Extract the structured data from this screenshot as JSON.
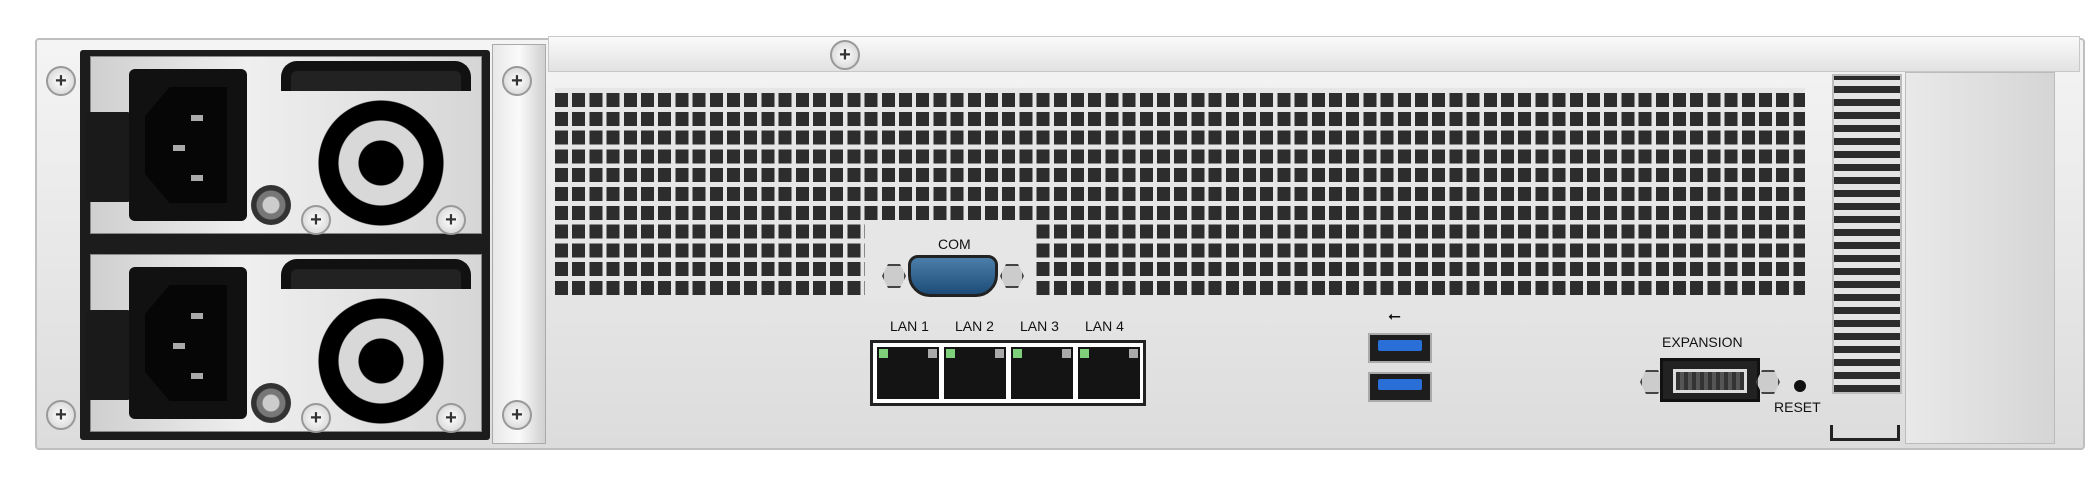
{
  "labels": {
    "com": "COM",
    "lan": [
      "LAN 1",
      "LAN 2",
      "LAN 3",
      "LAN 4"
    ],
    "expansion": "EXPANSION",
    "reset": "RESET"
  },
  "icons": {
    "usb": "usb-icon",
    "screw": "+"
  },
  "colors": {
    "chassis": "#e6e6e6",
    "com_port": "#2e6190",
    "usb_port": "#2a6ed8",
    "lan_led_green": "#7ed17a"
  }
}
